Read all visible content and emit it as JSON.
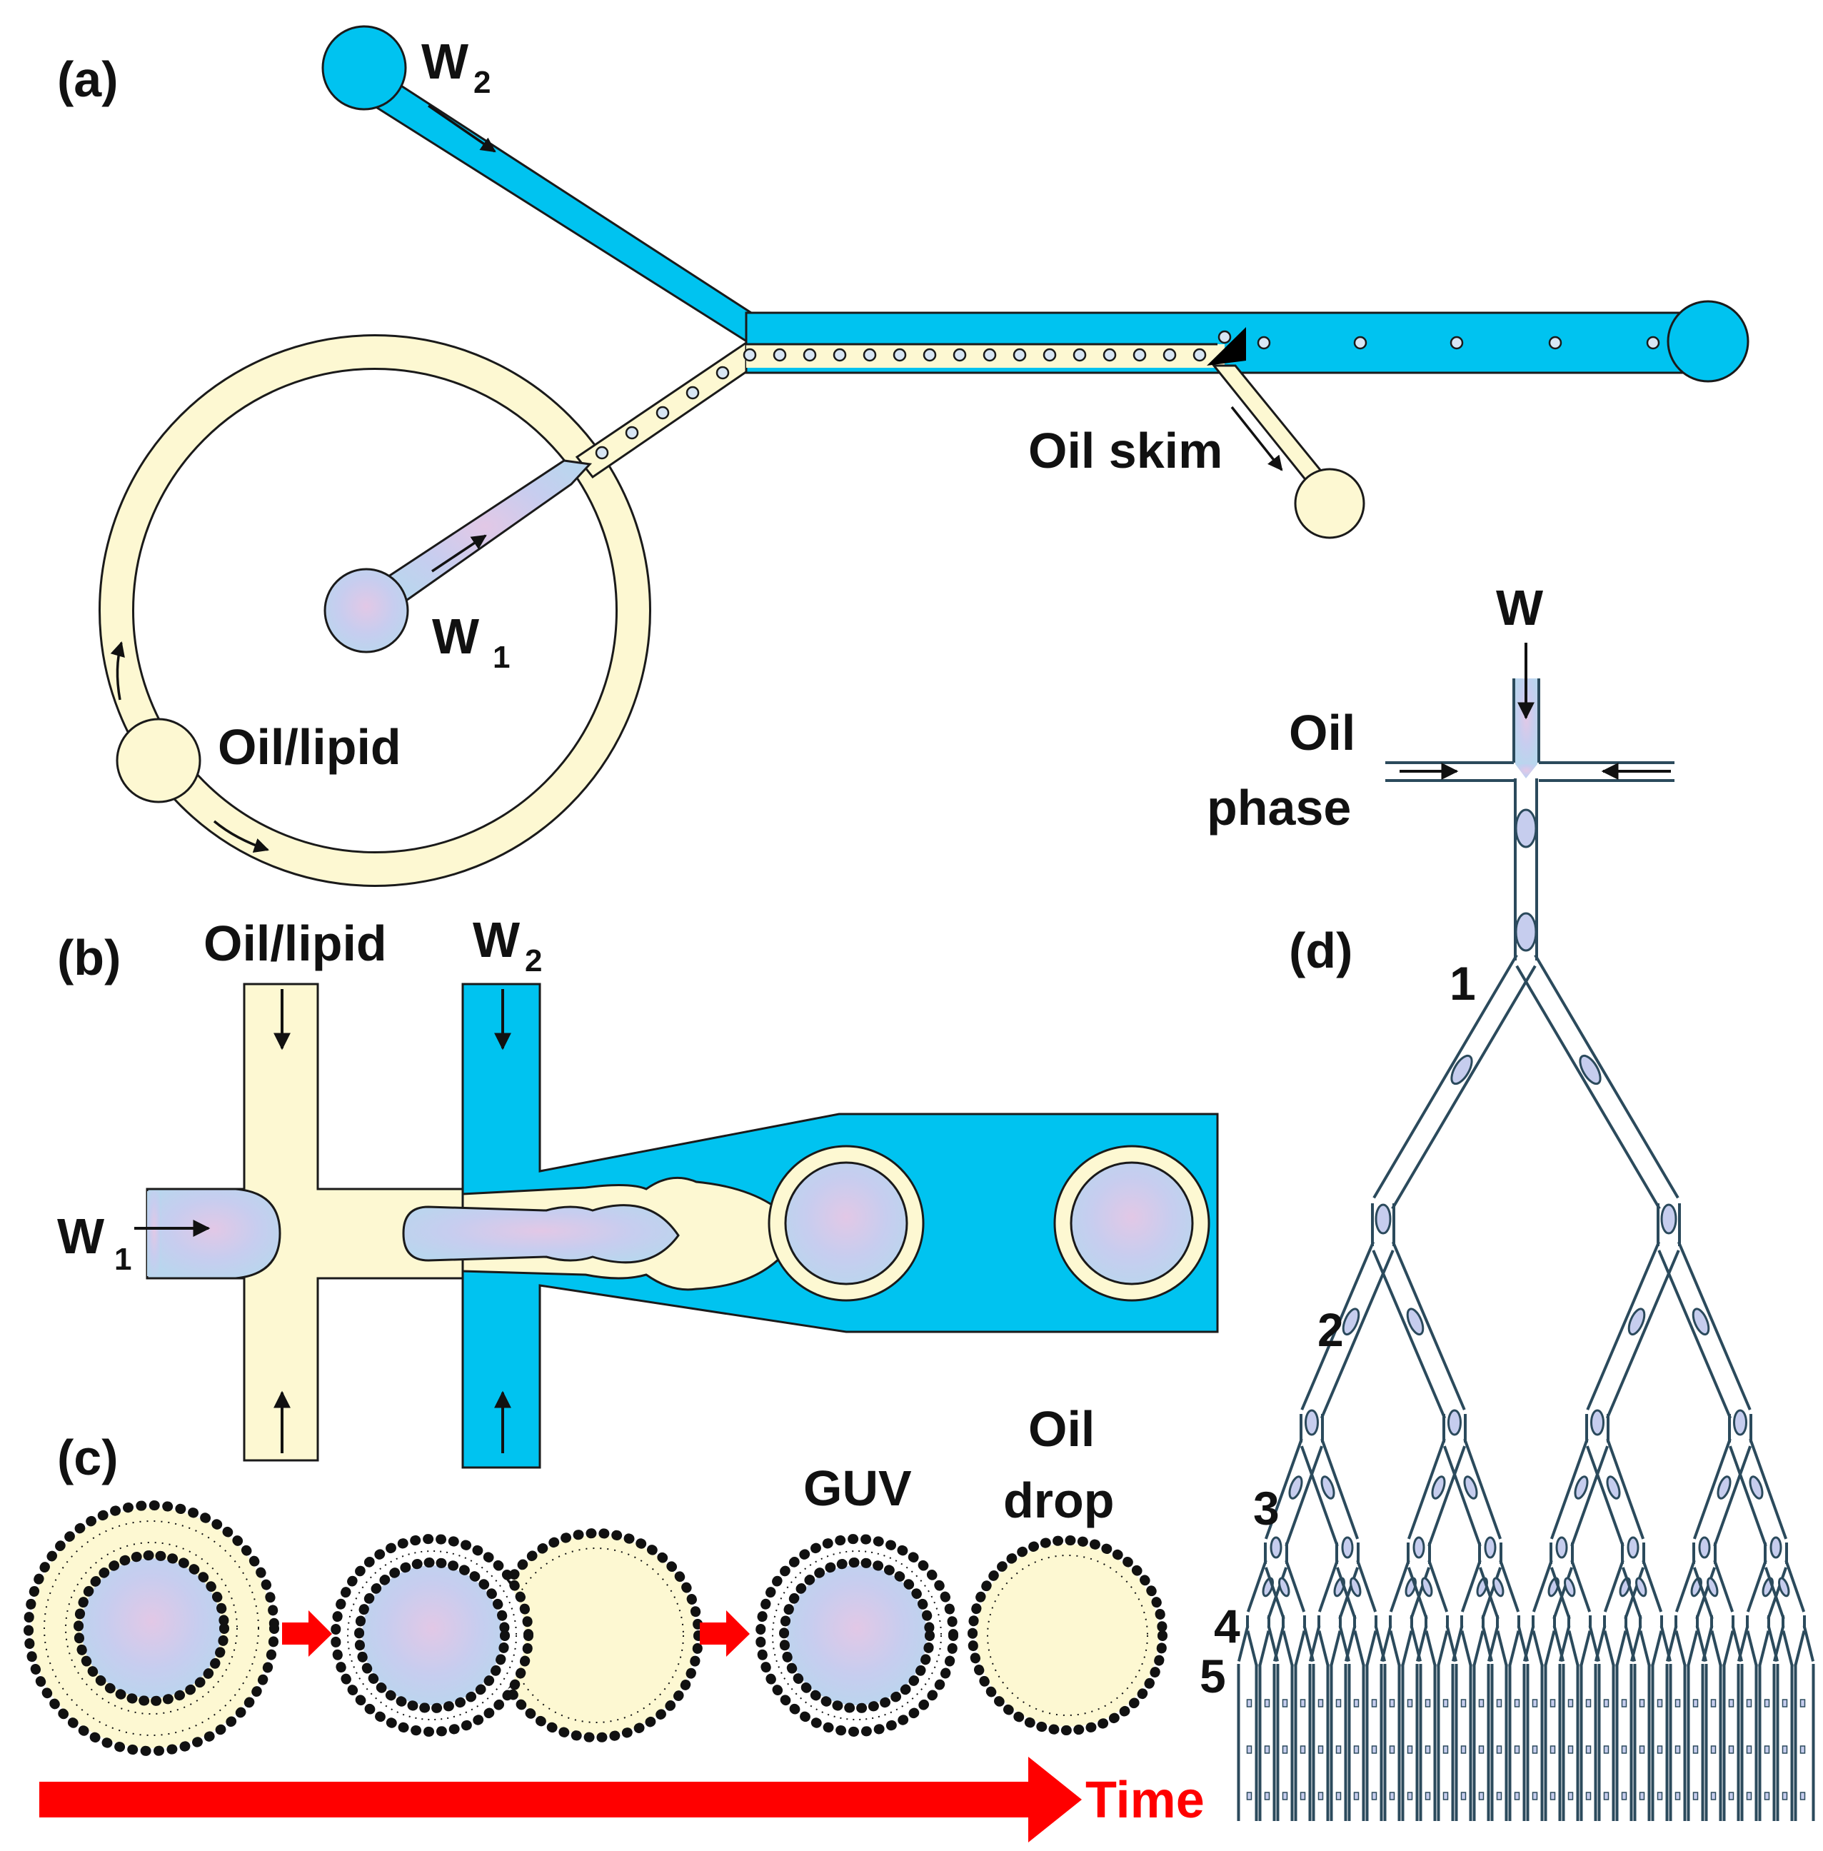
{
  "panels": {
    "a": "(a)",
    "b": "(b)",
    "c": "(c)",
    "d": "(d)"
  },
  "panel_a": {
    "w2": {
      "main": "W",
      "sub": "2"
    },
    "w1": {
      "main": "W",
      "sub": "1"
    },
    "oil_skim": "Oil skim",
    "oil_lipid": "Oil/lipid"
  },
  "panel_b": {
    "oil_lipid": "Oil/lipid",
    "w2": {
      "main": "W",
      "sub": "2"
    },
    "w1": {
      "main": "W",
      "sub": "1"
    }
  },
  "panel_c": {
    "guv": "GUV",
    "oil_drop_1": "Oil",
    "oil_drop_2": "drop",
    "time": "Time"
  },
  "panel_d": {
    "w": "W",
    "oil_phase_1": "Oil",
    "oil_phase_2": "phase",
    "levels": [
      "1",
      "2",
      "3",
      "4",
      "5"
    ]
  },
  "colors": {
    "outer_water": "#00c3f0",
    "oil": "#fdf8d2",
    "inner_water": "#c6cdee",
    "arrow_red": "#ff0000",
    "channel": "#2b4a5c"
  }
}
